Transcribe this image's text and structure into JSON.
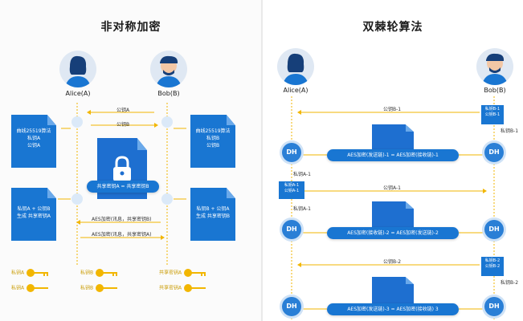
{
  "left": {
    "title": "非对称加密",
    "alice": "Alice(A)",
    "bob": "Bob(B)",
    "pub_a": "公钥A",
    "pub_b": "公钥B",
    "doc_a1": [
      "曲线25519算法",
      "私钥A",
      "公钥A"
    ],
    "doc_b1": [
      "曲线25519算法",
      "私钥B",
      "公钥B"
    ],
    "doc_a2": [
      "私钥A + 公钥B",
      "生成 共享密钥A"
    ],
    "doc_b2": [
      "私钥B + 公钥A",
      "生成 共享密钥B"
    ],
    "shared_eq": "共享密钥A = 共享密钥B",
    "aes_enc": "AES加密(讯息，共享密钥B)",
    "aes_dec": "AES加密(讯息，共享密钥A)",
    "key_labels": [
      "私钥A",
      "私钥B",
      "共享密钥A"
    ]
  },
  "right": {
    "title": "双棘轮算法",
    "alice": "Alice(A)",
    "bob": "Bob(B)",
    "dh": "DH",
    "pub_b1": "公钥B-1",
    "bob_card1": [
      "私钥B-1",
      "公钥B-1"
    ],
    "priv_b1": "私钥B-1",
    "chain1": "AES加密(发送链)-1 = AES加密(接收链)-1",
    "priv_a1": "私钥A-1",
    "alice_card1": [
      "私钥A-1",
      "公钥A-1"
    ],
    "pub_a1": "公钥A-1",
    "priv_a1b": "私钥A-1",
    "chain2": "AES加密(接收链)-2 = AES加密(发送链)-2",
    "pub_b2": "公钥B-2",
    "bob_card2": [
      "私钥B-2",
      "公钥B-2"
    ],
    "priv_b2": "私钥B-2",
    "chain3": "AES加密(发送链)-3 = AES加密(接收链) 3"
  },
  "colors": {
    "accent": "#1976d2",
    "key": "#f2b600",
    "divider": "#e9e9e9"
  }
}
